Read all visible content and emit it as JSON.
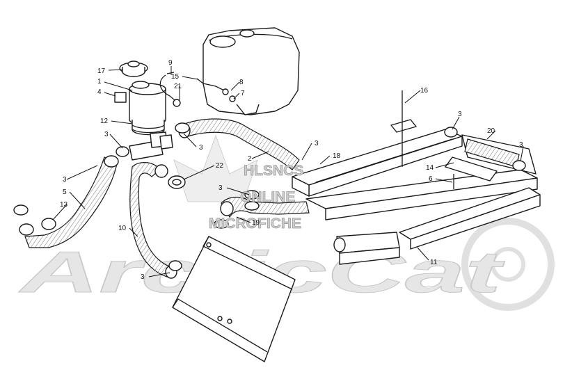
{
  "watermark": {
    "lines": [
      "HLSNCS",
      "ONLINE",
      "MICROFICHE"
    ],
    "brand": "ArcticCat"
  },
  "callouts": [
    {
      "id": "c17",
      "label": "17"
    },
    {
      "id": "c9",
      "label": "9"
    },
    {
      "id": "c15",
      "label": "15"
    },
    {
      "id": "c1",
      "label": "1"
    },
    {
      "id": "c21",
      "label": "21"
    },
    {
      "id": "c8",
      "label": "8"
    },
    {
      "id": "c4",
      "label": "4"
    },
    {
      "id": "c7",
      "label": "7"
    },
    {
      "id": "c16",
      "label": "16"
    },
    {
      "id": "c12",
      "label": "12"
    },
    {
      "id": "c3a",
      "label": "3"
    },
    {
      "id": "c3b",
      "label": "3"
    },
    {
      "id": "c3c",
      "label": "3"
    },
    {
      "id": "c3d",
      "label": "3"
    },
    {
      "id": "c20",
      "label": "20"
    },
    {
      "id": "c3e",
      "label": "3"
    },
    {
      "id": "c2",
      "label": "2"
    },
    {
      "id": "c18",
      "label": "18"
    },
    {
      "id": "c22",
      "label": "22"
    },
    {
      "id": "c14",
      "label": "14"
    },
    {
      "id": "c3f",
      "label": "3"
    },
    {
      "id": "c5",
      "label": "5"
    },
    {
      "id": "c6",
      "label": "6"
    },
    {
      "id": "c3g",
      "label": "3"
    },
    {
      "id": "c13",
      "label": "13"
    },
    {
      "id": "c19",
      "label": "19"
    },
    {
      "id": "c10",
      "label": "10"
    },
    {
      "id": "c11",
      "label": "11"
    },
    {
      "id": "c3h",
      "label": "3"
    }
  ]
}
